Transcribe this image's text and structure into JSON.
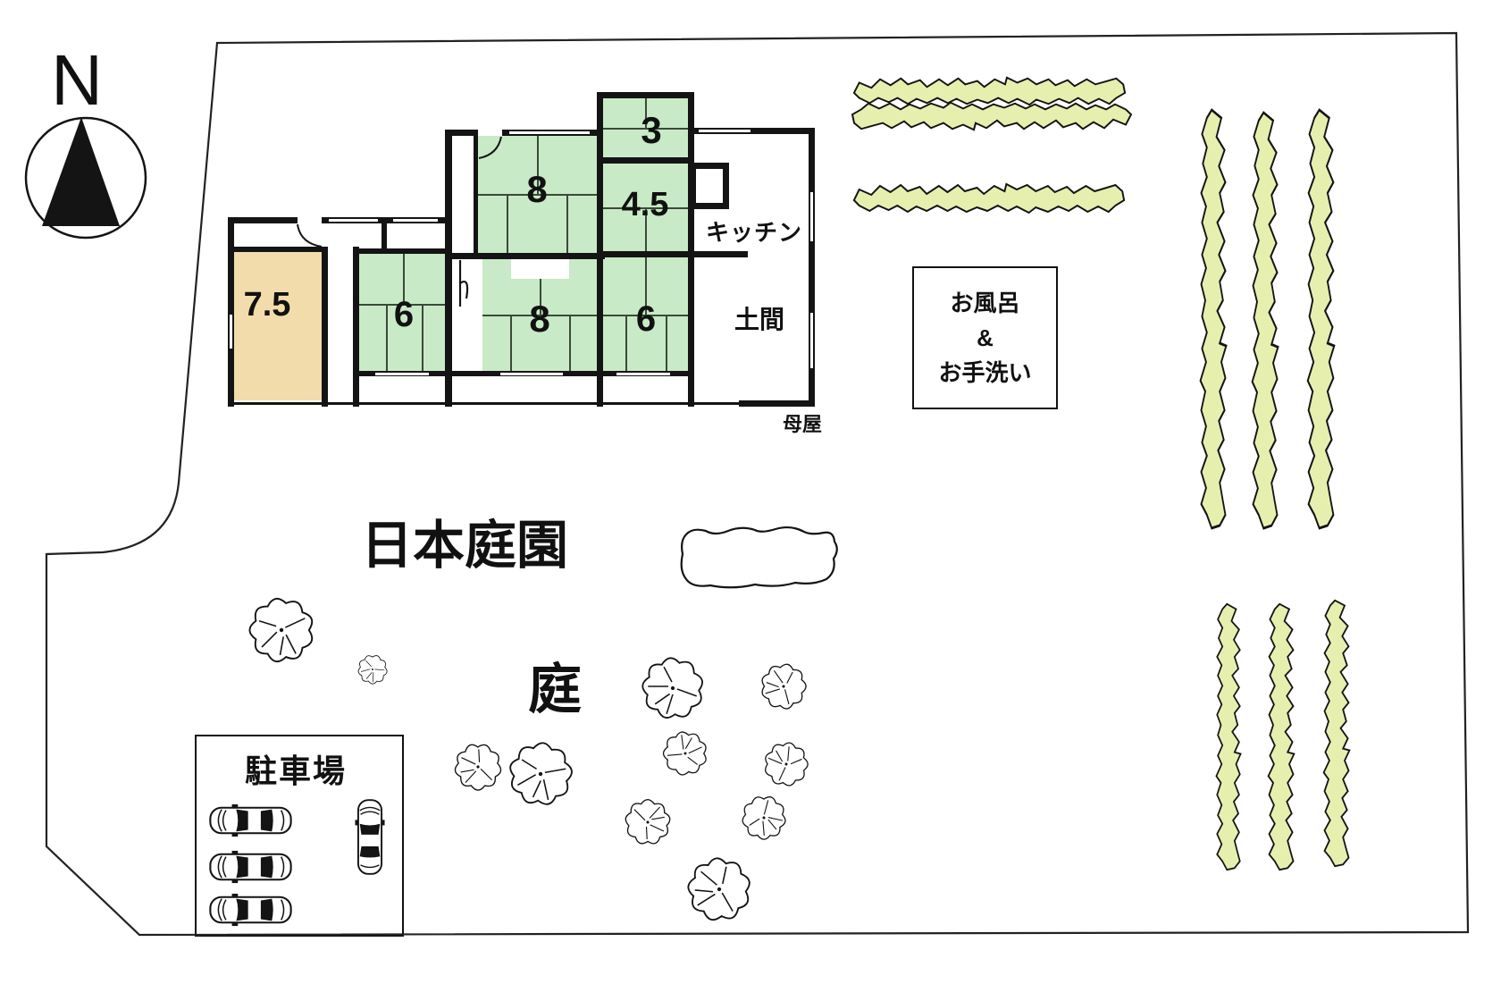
{
  "compass": {
    "north": "N"
  },
  "house": {
    "label": "母屋",
    "rooms": {
      "r3": "3",
      "r45": "4.5",
      "r8_upper": "8",
      "r8_lower": "8",
      "r6_left": "6",
      "r6_right": "6",
      "r75": "7.5",
      "kitchen": "キッチン",
      "doma": "土間"
    }
  },
  "garden": {
    "title": "日本庭園",
    "label": "庭"
  },
  "bath_note": {
    "line1": "お風呂",
    "line2": "&",
    "line3": "お手洗い"
  },
  "parking": {
    "label": "駐車場"
  },
  "colors": {
    "tatami_green": "#c8eac6",
    "wood_floor_tan": "#f2dcab",
    "hedge_green": "#e6efae",
    "wall_black": "#141414"
  }
}
